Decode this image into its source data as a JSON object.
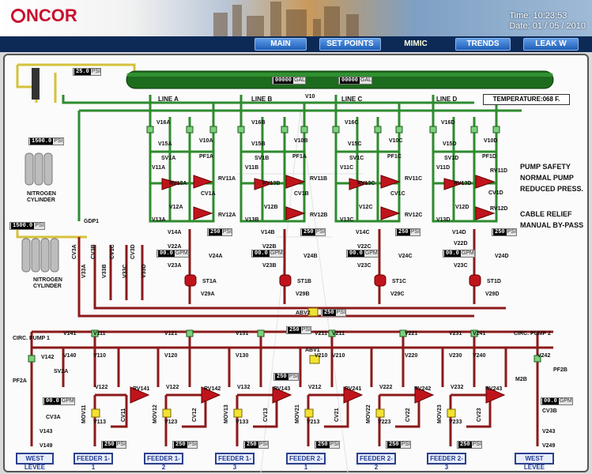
{
  "header": {
    "logo": "NCOR",
    "logo_o": "O",
    "time_label": "Time:",
    "time": "10:23:53",
    "date_label": "Date:",
    "date": "01 / 05 / 2010"
  },
  "nav": [
    {
      "label": "MAIN"
    },
    {
      "label": "SET POINTS"
    },
    {
      "label": "MIMIC"
    },
    {
      "label": "TRENDS"
    },
    {
      "label": "LEAK W"
    }
  ],
  "nav_active": "MIMIC",
  "tank": {
    "gal1": "00000",
    "gal2": "00000",
    "unit": "GAL",
    "top_psi": "25.0",
    "psi": "PSI"
  },
  "temperature": "TEMPERATURE:068 F.",
  "lines": [
    "LINE A",
    "LINE B",
    "LINE C",
    "LINE D"
  ],
  "legend": [
    "PUMP SAFETY",
    "NORMAL PUMP",
    "REDUCED PRESS.",
    "CABLE RELIEF",
    "MANUAL BY-PASS"
  ],
  "nitrogen": {
    "cyl1_psi": "1500.0",
    "cyl2_psi": "1500.0",
    "label": "NITROGEN",
    "label2": "CYLINDER"
  },
  "line_valves": {
    "A": {
      "v16": "V16A",
      "v15": "V15A",
      "v10": "V10A",
      "sv1": "SV1A",
      "pf1": "PF1A",
      "v11": "V11A",
      "rv11": "RV11A",
      "rv13": "RV13A",
      "cv1": "CV1A",
      "v12": "V12A",
      "v13": "V13A",
      "rv12": "RV12A",
      "v14": "V14A",
      "psi": "250",
      "v22": "V22A",
      "gpm": "00.0",
      "v23": "V23A",
      "v24": "V24A",
      "st1": "ST1A",
      "v29": "V29A"
    },
    "B": {
      "v16": "V16B",
      "v15": "V15B",
      "v10": "V10B",
      "sv1": "SV1B",
      "pf1": "PF1A",
      "v11": "V11B",
      "rv11": "RV11B",
      "rv13": "RV13B",
      "cv1": "CV1B",
      "v12": "V12B",
      "v13": "V13B",
      "rv12": "RV12B",
      "v14": "V14B",
      "psi": "250",
      "v22": "V22B",
      "gpm": "00.0",
      "v23": "V23B",
      "v24": "V24B",
      "st1": "ST1B",
      "v29": "V29B"
    },
    "C": {
      "v16": "V16C",
      "v15": "V15C",
      "v10": "V10C",
      "sv1": "SV1C",
      "pf1": "PF1C",
      "v11": "V11C",
      "rv11": "RV11C",
      "rv13": "RV13C",
      "cv1": "CV1C",
      "v12": "V12C",
      "v13": "V13C",
      "rv12": "RV12C",
      "v14": "V14C",
      "psi": "250",
      "v22": "V22C",
      "gpm": "00.0",
      "v23": "V23C",
      "v24": "V24C",
      "st1": "ST1C",
      "v29": "V29C"
    },
    "D": {
      "v16": "V16D",
      "v15": "V15D",
      "v10": "V10D",
      "sv1": "SV1D",
      "pf1": "PF1D",
      "v11": "V11D",
      "rv11": "RV11D",
      "rv13": "RV13D",
      "cv1": "CV1D",
      "v12": "V12D",
      "v13": "V13D",
      "rv12": "RV12D",
      "v14": "V14D",
      "psi": "250",
      "v22": "V22D",
      "gpm": "00.0",
      "v23": "V23C",
      "v24": "V24D",
      "st1": "ST1D",
      "v29": "V29D"
    }
  },
  "misc_labels": {
    "v10": "V10",
    "gdp1": "GDP1",
    "cv3a": "CV3A",
    "cv3b": "CV3B",
    "cv1c": "CV1C",
    "cv3d": "CV3D",
    "v33a": "V33A",
    "v33b": "V33B",
    "v33c": "V33C",
    "v33d": "V33D",
    "abv2": "ABV2",
    "abv1": "ABV1",
    "v211": "V211",
    "v210": "V210",
    "circ1": "CIRC. PUMP 1",
    "circ2": "CIRC. PUMP 2",
    "v141": "V141",
    "v140": "V140",
    "v142": "V142",
    "sv2a": "SV2A",
    "pf2a": "PF2A",
    "cv3a2": "CV3A",
    "v143": "V143",
    "v149": "V149",
    "v242": "V242",
    "pf2b": "PF2B",
    "m2b": "M2B",
    "cv3b2": "CV3B",
    "v243": "V243",
    "v249": "V249",
    "gpm_l": "00.0",
    "gpm_r": "00.0",
    "abv_psi": "250",
    "abv1_psi": "250",
    "abv_psi2": "250"
  },
  "feeders_labels": [
    {
      "a": "V111",
      "b": "V110",
      "c": "V122",
      "rv": "RV141",
      "mov": "MOV11",
      "cv": "CV11",
      "v113": "V113",
      "psi": "250"
    },
    {
      "a": "V121",
      "b": "V120",
      "c": "V122",
      "rv": "RV142",
      "mov": "MOV12",
      "cv": "CV12",
      "v113": "V123",
      "psi": "250"
    },
    {
      "a": "V131",
      "b": "V130",
      "c": "V132",
      "rv": "RV143",
      "mov": "MOV13",
      "cv": "CV13",
      "v113": "V133",
      "psi": "250"
    },
    {
      "a": "V211",
      "b": "V210",
      "c": "V212",
      "rv": "RV241",
      "mov": "MOV21",
      "cv": "CV21",
      "v113": "V213",
      "psi": "250"
    },
    {
      "a": "V221",
      "b": "V220",
      "c": "V222",
      "rv": "RV242",
      "mov": "MOV22",
      "cv": "CV22",
      "v113": "V223",
      "psi": "250"
    },
    {
      "a": "V231",
      "b": "V230",
      "c": "V232",
      "rv": "RV243",
      "mov": "MOV23",
      "cv": "CV23",
      "v113": "V233",
      "psi": "250"
    }
  ],
  "v241": "V241",
  "v240": "V240",
  "feeders": [
    "WEST LEVEE",
    "FEEDER 1-1",
    "FEEDER 1-2",
    "FEEDER 1-3",
    "FEEDER 2-1",
    "FEEDER 2-2",
    "FEEDER 2-3",
    "WEST LEVEE"
  ],
  "units": {
    "psi": "PSI",
    "gpm": "GPM"
  },
  "colors": {
    "tank": "#1d6b1d",
    "green_pipe": "#2e8b2e",
    "red_pipe": "#8b1a1a",
    "yellow_pipe": "#d4c23a",
    "nav": "#0d2a57"
  }
}
